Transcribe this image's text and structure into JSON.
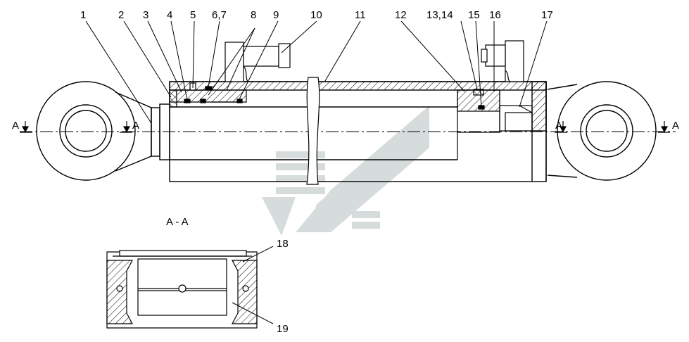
{
  "callouts": [
    "1",
    "2",
    "3",
    "4",
    "5",
    "6,7",
    "8",
    "9",
    "10",
    "11",
    "12",
    "13,14",
    "15",
    "16",
    "17",
    "18",
    "19"
  ],
  "section_marks": {
    "left_a": "A",
    "left_b": "A",
    "right_a": "A",
    "right_b": "A"
  },
  "section_view_title": "A - A",
  "colors": {
    "line": "#000000",
    "hatch": "#000000",
    "watermark": "#cfd6d6"
  }
}
